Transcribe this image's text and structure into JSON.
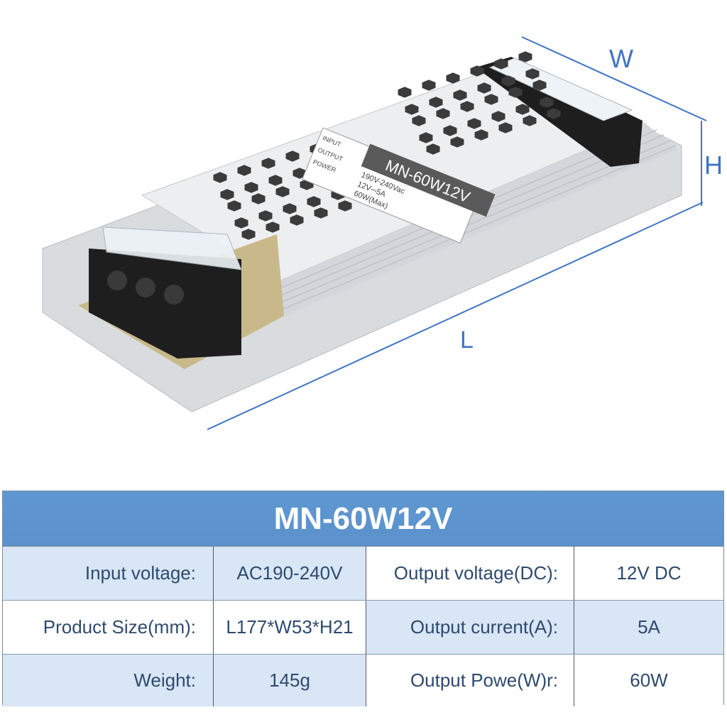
{
  "product": {
    "label_model": "MN-60W12V",
    "label_rows": [
      {
        "key": "INPUT",
        "value": "190V-240Vac"
      },
      {
        "key": "OUTPUT",
        "value": "12V⎓5A"
      },
      {
        "key": "POWER",
        "value": "60W(Max)"
      }
    ],
    "dimensions": {
      "width": "W",
      "height": "H",
      "length": "L"
    },
    "colors": {
      "dimension": "#3f74c4",
      "body": "#e4e6e8",
      "label": "#555555"
    }
  },
  "table": {
    "title": "MN-60W12V",
    "rows": [
      {
        "label1": "Input voltage:",
        "value1": "AC190-240V",
        "label2": "Output voltage(DC):",
        "value2": "12V DC"
      },
      {
        "label1": "Product Size(mm):",
        "value1": "L177*W53*H21",
        "label2": "Output current(A):",
        "value2": "5A"
      },
      {
        "label1": "Weight:",
        "value1": "145g",
        "label2": "Output Powe(W)r:",
        "value2": "60W"
      }
    ],
    "colors": {
      "header": "#5d94cf",
      "shade": "#d8e6f5",
      "text": "#2e4a6e"
    }
  }
}
